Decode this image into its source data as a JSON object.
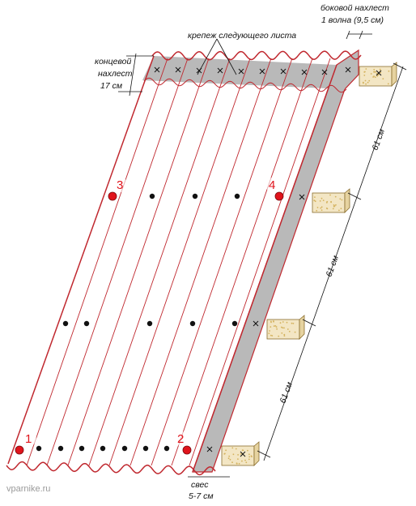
{
  "labels": {
    "side_overlap_line1": "боковой нахлест",
    "side_overlap_line2": "1 волна (9,5 см)",
    "next_sheet_fastening": "крепеж следующего листа",
    "end_overlap_line1": "концевой",
    "end_overlap_line2": "нахлест",
    "end_overlap_line3": "17 см",
    "eave_line1": "свес",
    "eave_line2": "5-7 см",
    "spacing_1": "61 см",
    "spacing_2": "61 см",
    "spacing_3": "61 см"
  },
  "markers": [
    "1",
    "2",
    "3",
    "4"
  ],
  "watermark": "vparnike.ru",
  "colors": {
    "sheet_outline": "#c0282f",
    "overlap_fill": "#b9b9b9",
    "marker": "#e0141c",
    "batten_fill": "#f3e6c4",
    "batten_speckle": "#d4b25e",
    "dimension_line": "#111111"
  }
}
